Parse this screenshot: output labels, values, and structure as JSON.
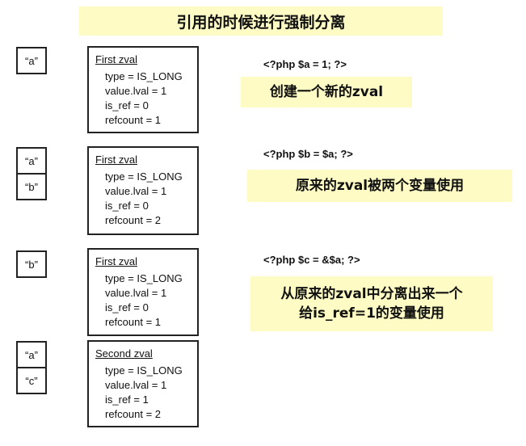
{
  "title": "引用的时候进行强制分离",
  "sections": [
    {
      "vars": [
        "“a”"
      ],
      "zval": {
        "name": "First zval",
        "fields": [
          "type = IS_LONG",
          "value.lval = 1",
          "is_ref = 0",
          "refcount = 1"
        ]
      },
      "code": "<?php  $a = 1;  ?>",
      "note": "创建一个新的zval"
    },
    {
      "vars": [
        "“a”",
        "“b”"
      ],
      "zval": {
        "name": "First zval",
        "fields": [
          "type = IS_LONG",
          "value.lval = 1",
          "is_ref = 0",
          "refcount = 2"
        ]
      },
      "code": "<?php  $b = $a;  ?>",
      "note": "原来的zval被两个变量使用"
    },
    {
      "vars": [
        "“b”"
      ],
      "zval": {
        "name": "First zval",
        "fields": [
          "type = IS_LONG",
          "value.lval = 1",
          "is_ref = 0",
          "refcount = 1"
        ]
      },
      "code": "<?php  $c = &$a;  ?>",
      "note_lines": [
        "从原来的zval中分离出来一个",
        "给is_ref=1的变量使用"
      ]
    },
    {
      "vars": [
        "“a”",
        "“c”"
      ],
      "zval": {
        "name": "Second zval",
        "fields": [
          "type = IS_LONG",
          "value.lval = 1",
          "is_ref = 1",
          "refcount = 2"
        ]
      }
    }
  ]
}
